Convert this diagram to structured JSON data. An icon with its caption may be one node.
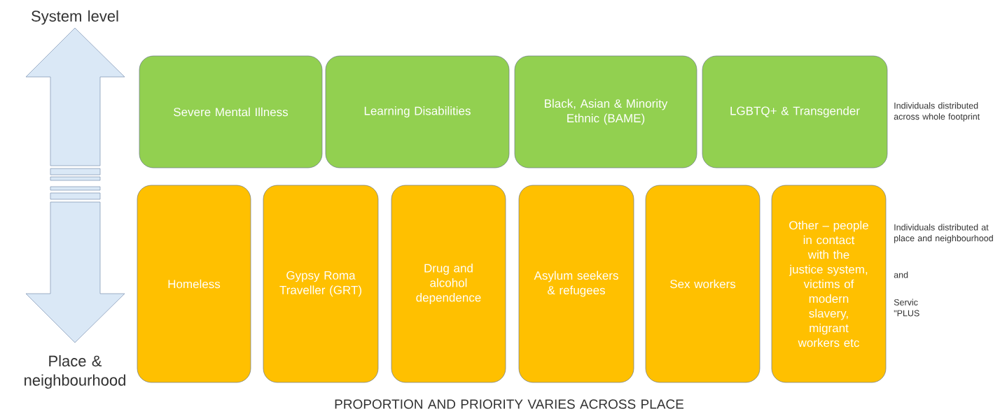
{
  "diagram": {
    "nodes": [
      {
        "text": [
          "Severe Mental Illness"
        ]
      },
      {
        "text": [
          "Learning Disabilities"
        ]
      },
      {
        "text": [
          "Black, Asian & Minority Ethnic (BAME)"
        ]
      },
      {
        "text": [
          "LGBTQ+ & Transgender"
        ]
      },
      {
        "text": [
          "Homeless"
        ]
      },
      {
        "text": [
          "Gypsy Roma Traveller (GRT)"
        ]
      },
      {
        "text": [
          "Drug and alcohol dependence"
        ]
      },
      {
        "text": [
          "Asylum seekers & refugees"
        ]
      },
      {
        "text": [
          "Sex workers"
        ]
      },
      {
        "text": [
          "Other – people in contact with the justice system, victims of modern slavery, migrant workers etc"
        ]
      }
    ],
    "edges": [],
    "labels": [
      "System level",
      "Individuals distributed across whole footprint",
      "Individuals distributed at place and neighbourhood",
      "and",
      "Servic \"PLUS",
      "Place & neighbourhood",
      "PROPORTION AND PRIORITY VARIES ACROSS PLACE"
    ]
  }
}
